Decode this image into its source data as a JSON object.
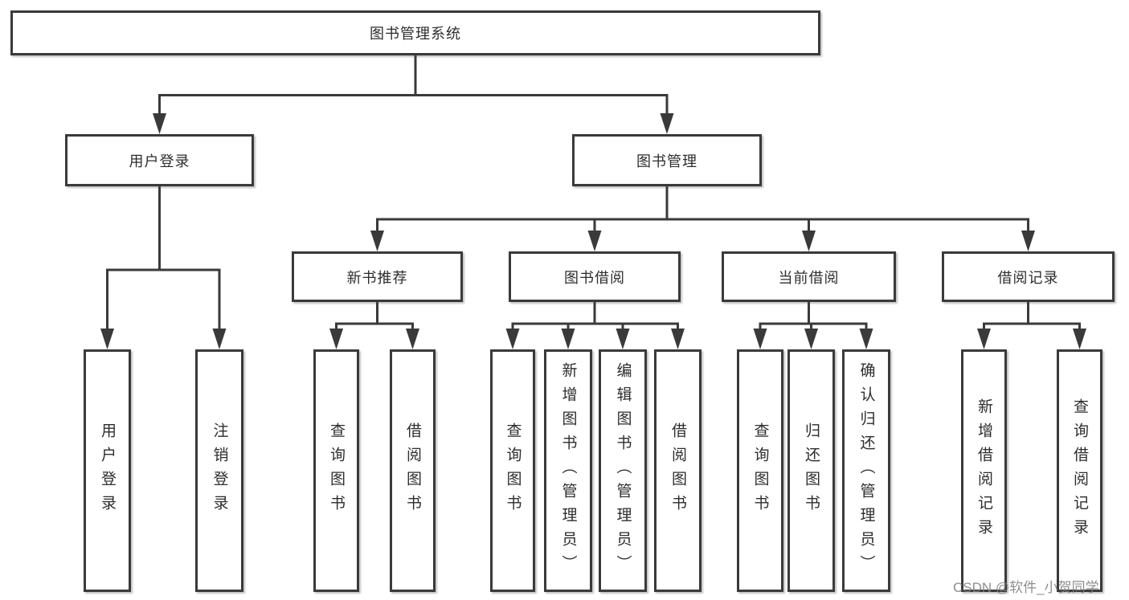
{
  "diagram": {
    "root": {
      "label": "图书管理系统"
    },
    "level2": [
      {
        "label": "用户登录"
      },
      {
        "label": "图书管理"
      }
    ],
    "level3": [
      {
        "label": "新书推荐"
      },
      {
        "label": "图书借阅"
      },
      {
        "label": "当前借阅"
      },
      {
        "label": "借阅记录"
      }
    ],
    "leaves": {
      "user_login": [
        {
          "label": "用户登录"
        },
        {
          "label": "注销登录"
        }
      ],
      "new_book_recommend": [
        {
          "label": "查询图书"
        },
        {
          "label": "借阅图书"
        }
      ],
      "book_borrow": [
        {
          "label": "查询图书"
        },
        {
          "label": "新增图书（管理员）"
        },
        {
          "label": "编辑图书（管理员）"
        },
        {
          "label": "借阅图书"
        }
      ],
      "current_borrow": [
        {
          "label": "查询图书"
        },
        {
          "label": "归还图书"
        },
        {
          "label": "确认归还（管理员）"
        }
      ],
      "borrow_record": [
        {
          "label": "新增借阅记录"
        },
        {
          "label": "查询借阅记录"
        }
      ]
    }
  },
  "watermark": "CSDN @软件_小贺同学",
  "colors": {
    "line": "#3a3a3a",
    "box_border": "#3a3a3a",
    "text": "#2d2d2d",
    "watermark": "#828282",
    "background": "#ffffff"
  }
}
